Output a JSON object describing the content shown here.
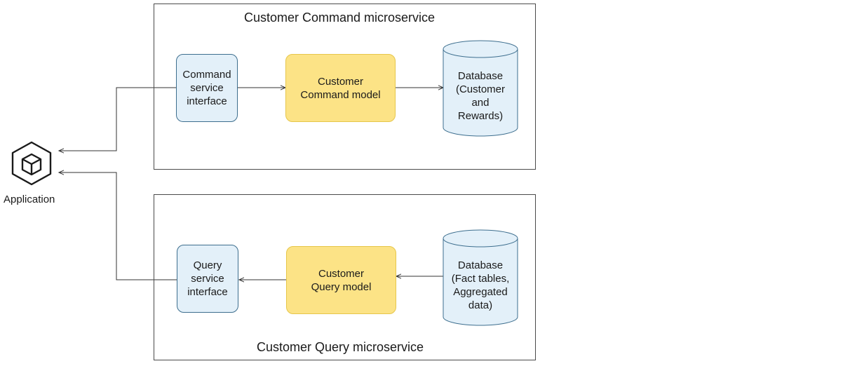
{
  "application": {
    "label": "Application",
    "icon": "cube-icon"
  },
  "command_microservice": {
    "title": "Customer Command microservice",
    "service_interface": "Command\nservice\ninterface",
    "model": "Customer\nCommand model",
    "database": "Database\n(Customer\nand\nRewards)"
  },
  "query_microservice": {
    "title": "Customer Query microservice",
    "service_interface": "Query\nservice\ninterface",
    "model": "Customer\nQuery model",
    "database": "Database\n(Fact tables,\nAggregated\ndata)"
  },
  "colors": {
    "service_fill": "#e3f0f9",
    "service_stroke": "#3d6e8e",
    "model_fill": "#fce386",
    "model_stroke": "#e6c64a",
    "db_fill": "#e3f0f9",
    "db_stroke": "#3d6e8e",
    "frame_stroke": "#4a4a4a",
    "line": "#333333"
  }
}
